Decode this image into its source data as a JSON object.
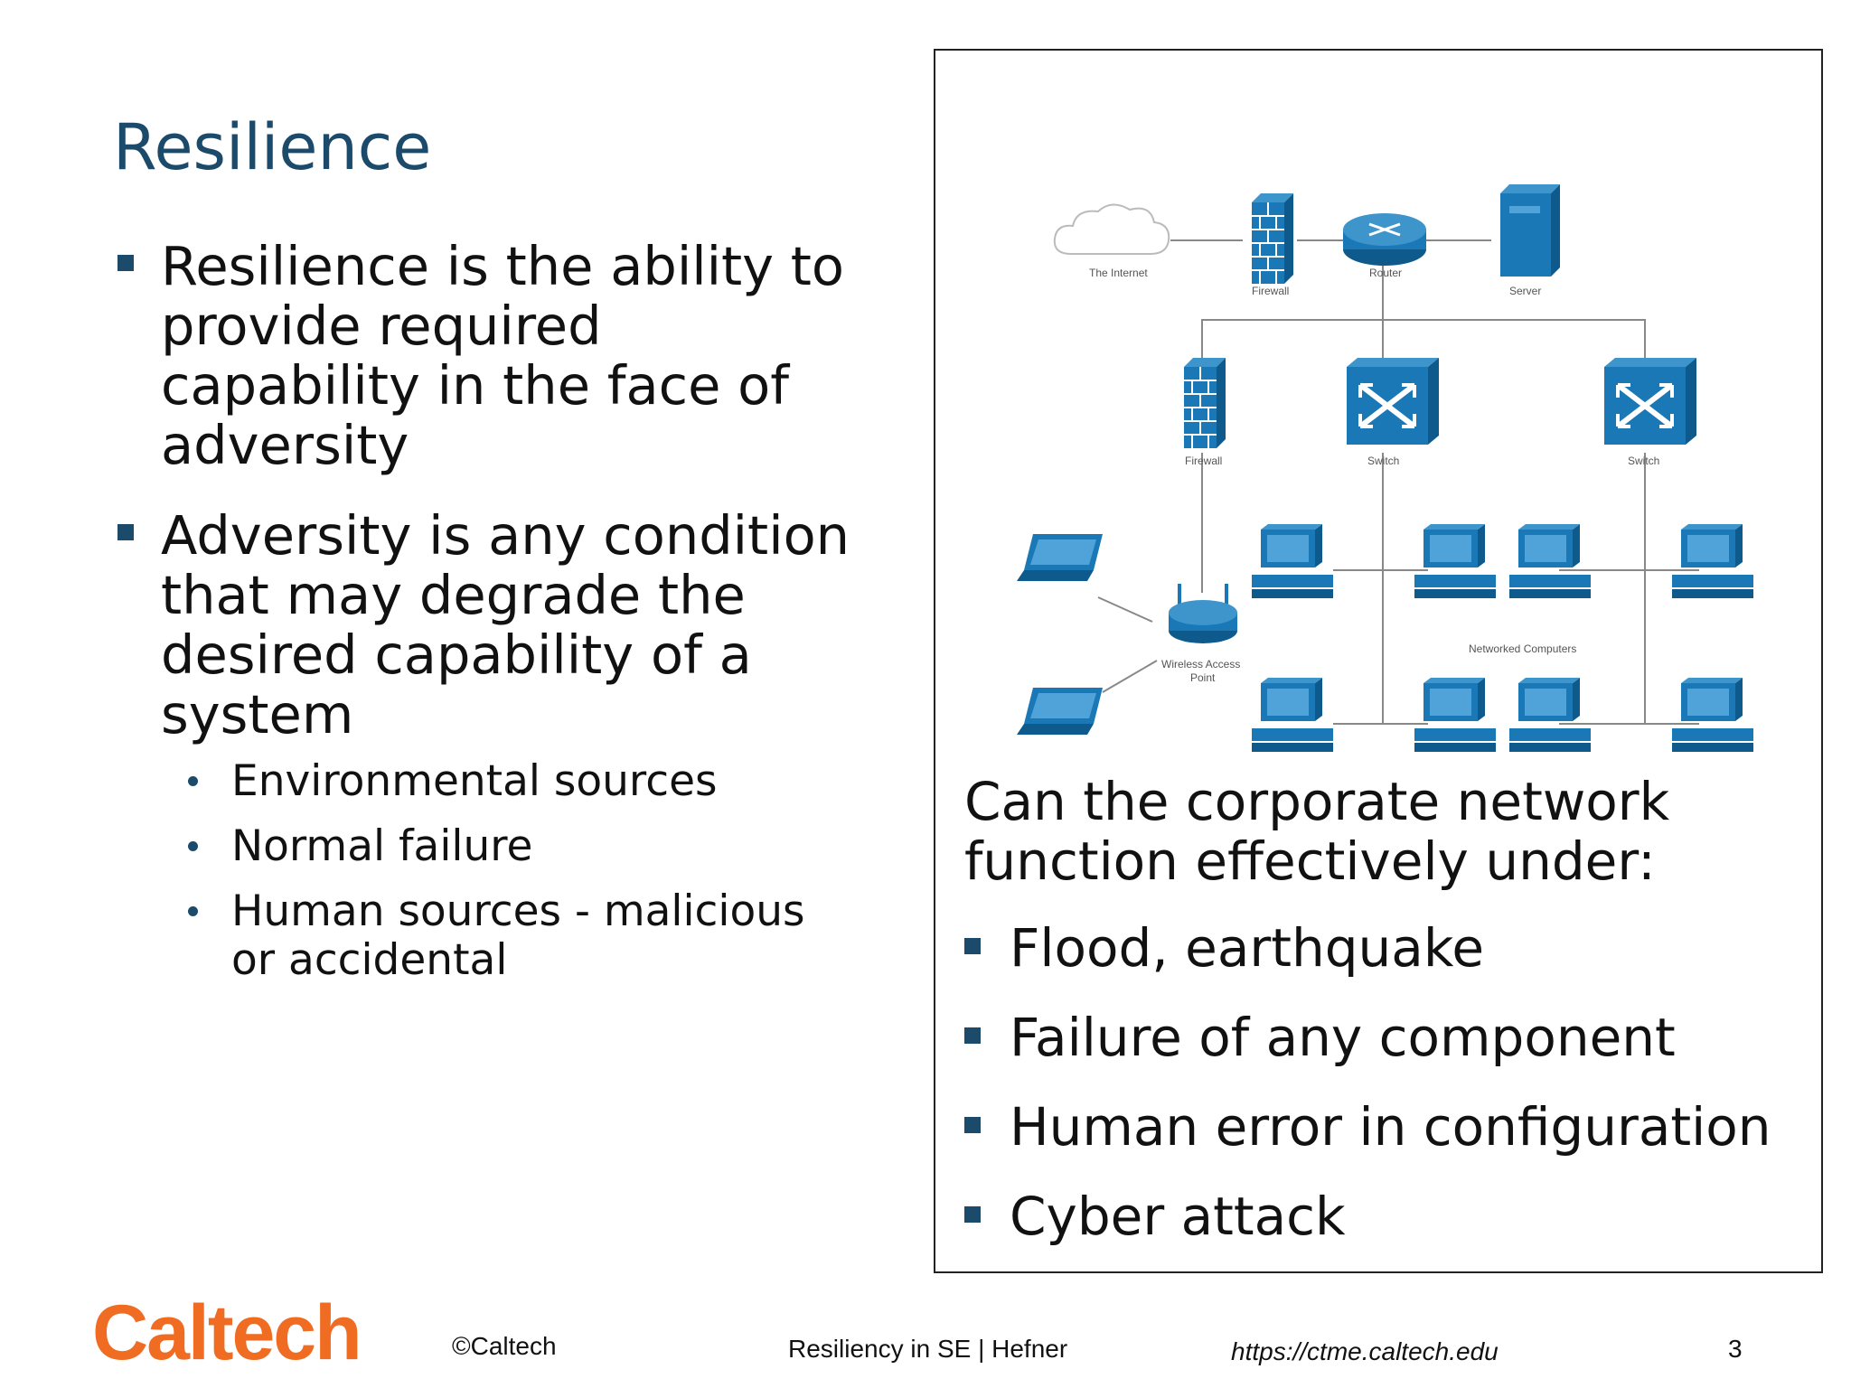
{
  "slide": {
    "title": "Resilience",
    "bullets": [
      "Resilience is the ability to provide required capability in the face of adversity",
      "Adversity is any condition that may degrade the desired capability of a system"
    ],
    "sub_bullets": [
      "Environmental sources",
      "Normal failure",
      "Human sources - malicious or accidental"
    ]
  },
  "panel": {
    "diagram_labels": {
      "internet": "The Internet",
      "firewall_top": "Firewall",
      "router": "Router",
      "server": "Server",
      "firewall_mid": "Firewall",
      "switch_a": "Switch",
      "switch_b": "Switch",
      "wap_line1": "Wireless Access",
      "wap_line2": "Point",
      "networked": "Networked Computers"
    },
    "question": "Can the corporate network function effectively under:",
    "items": [
      "Flood, earthquake",
      "Failure of any component",
      "Human error in configuration",
      "Cyber attack"
    ]
  },
  "footer": {
    "logo": "Caltech",
    "copyright": "©Caltech",
    "course": "Resiliency in SE | Hefner",
    "url": "https://ctme.caltech.edu",
    "page": "3"
  },
  "colors": {
    "title": "#1c4a6a",
    "device_blue": "#1a78b6",
    "logo_orange": "#f06c22"
  }
}
